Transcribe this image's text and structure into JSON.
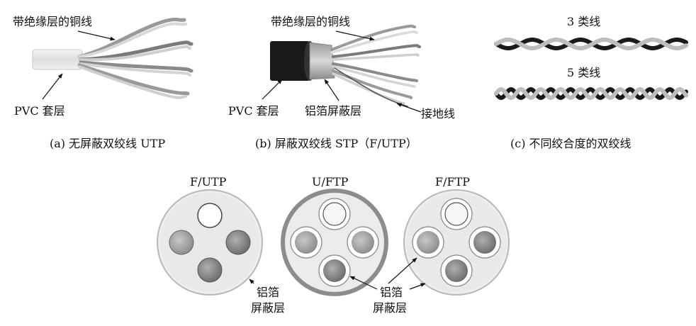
{
  "panel_a": {
    "label_conductor": "带绝缘层的铜线",
    "label_jacket": "PVC 套层",
    "caption": "(a) 无屏蔽双绞线 UTP"
  },
  "panel_b": {
    "label_conductor": "带绝缘层的铜线",
    "label_jacket": "PVC 套层",
    "label_foil": "铝箔屏蔽层",
    "label_ground": "接地线",
    "caption": "(b) 屏蔽双绞线 STP（F/UTP）"
  },
  "panel_c": {
    "label_cat3": "3 类线",
    "label_cat5": "5 类线",
    "caption": "(c) 不同绞合度的双绞线"
  },
  "cross_sections": {
    "titles": [
      "F/UTP",
      "U/FTP",
      "F/FTP"
    ],
    "foil_label_line1": "铝箔",
    "foil_label_line2": "屏蔽层"
  },
  "colors": {
    "ink": "#111111",
    "jacket_gray": "#e6e6e6",
    "foil_gray": "#8c8c8c",
    "wire_dark": "#7a7a7a",
    "wire_light": "#cfcfcf",
    "twist_dark": "#1a1a1a",
    "twist_light": "#bdbdbd"
  }
}
